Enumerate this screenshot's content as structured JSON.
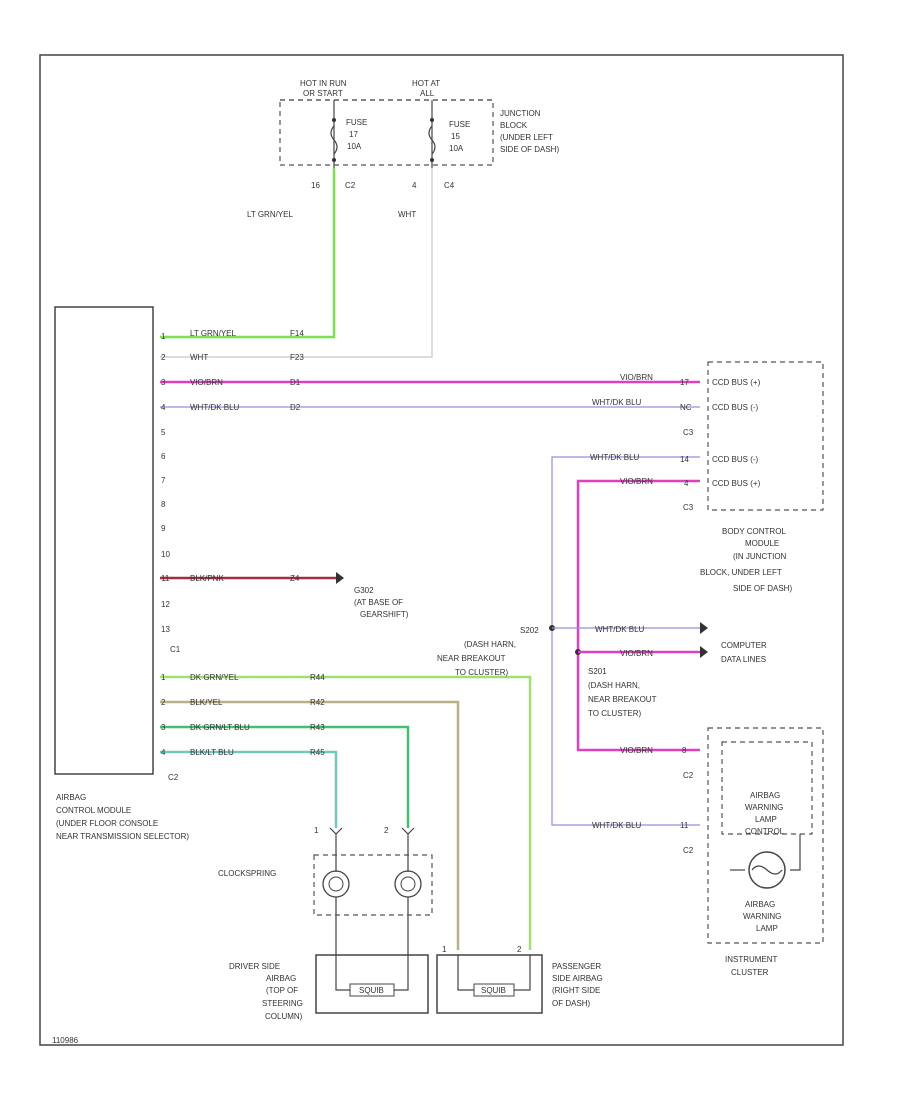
{
  "junction": {
    "hot_run": "HOT IN RUN",
    "hot_run_2": "OR START",
    "hot_at": "HOT AT",
    "hot_at_2": "ALL",
    "fuse_a": [
      "FUSE",
      "17",
      "10A"
    ],
    "fuse_b": [
      "FUSE",
      "15",
      "10A"
    ],
    "label": [
      "JUNCTION",
      "BLOCK",
      "(UNDER LEFT",
      "SIDE OF DASH)"
    ],
    "pins": [
      "16",
      "C2",
      "4",
      "C4"
    ]
  },
  "wires": {
    "lt_grn_yel": "LT GRN/YEL",
    "wht": "WHT"
  },
  "acm": {
    "label": [
      "AIRBAG",
      "CONTROL MODULE",
      "(UNDER FLOOR CONSOLE",
      "NEAR TRANSMISSION SELECTOR)"
    ],
    "c1": "C1",
    "c2": "C2",
    "rows": [
      {
        "pin": "1",
        "wire": "LT GRN/YEL",
        "circ": "F14"
      },
      {
        "pin": "2",
        "wire": "WHT",
        "circ": "F23"
      },
      {
        "pin": "3",
        "wire": "VIO/BRN",
        "circ": "D1"
      },
      {
        "pin": "4",
        "wire": "WHT/DK BLU",
        "circ": "D2"
      },
      {
        "pin": "5",
        "wire": "",
        "circ": ""
      },
      {
        "pin": "6",
        "wire": "",
        "circ": ""
      },
      {
        "pin": "7",
        "wire": "",
        "circ": ""
      },
      {
        "pin": "8",
        "wire": "",
        "circ": ""
      },
      {
        "pin": "9",
        "wire": "",
        "circ": ""
      },
      {
        "pin": "10",
        "wire": "",
        "circ": ""
      },
      {
        "pin": "11",
        "wire": "BLK/PNK",
        "circ": "Z4"
      },
      {
        "pin": "12",
        "wire": "",
        "circ": ""
      },
      {
        "pin": "13",
        "wire": "",
        "circ": ""
      }
    ],
    "c2_rows": [
      {
        "pin": "1",
        "wire": "DK GRN/YEL",
        "circ": "R44"
      },
      {
        "pin": "2",
        "wire": "BLK/YEL",
        "circ": "R42"
      },
      {
        "pin": "3",
        "wire": "DK GRN/LT BLU",
        "circ": "R43"
      },
      {
        "pin": "4",
        "wire": "BLK/LT BLU",
        "circ": "R45"
      }
    ]
  },
  "ground": {
    "id": "G302",
    "label": [
      "(AT BASE OF",
      "GEARSHIFT)"
    ]
  },
  "bcm": {
    "rows": [
      {
        "wire": "VIO/BRN",
        "pin": "17",
        "name": "CCD BUS (+)"
      },
      {
        "wire": "WHT/DK BLU",
        "pin": "NC",
        "name": "CCD BUS (-)"
      },
      {
        "wire": "WHT/DK BLU",
        "pin": "14",
        "name": "CCD BUS (-)"
      },
      {
        "wire": "VIO/BRN",
        "pin": "4",
        "name": "CCD BUS (+)"
      }
    ],
    "c3a": "C3",
    "c3b": "C3",
    "label": [
      "BODY CONTROL",
      "MODULE",
      "(IN JUNCTION",
      "BLOCK, UNDER LEFT",
      "SIDE OF DASH)"
    ]
  },
  "splices": {
    "s202": [
      "S202",
      "(DASH HARN,",
      "NEAR BREAKOUT",
      "TO CLUSTER)"
    ],
    "s201": [
      "S201",
      "(DASH HARN,",
      "NEAR BREAKOUT",
      "TO CLUSTER)"
    ],
    "to_data": [
      "WHT/DK BLU",
      "VIO/BRN"
    ],
    "data_label": [
      "COMPUTER",
      "DATA LINES"
    ]
  },
  "cluster": {
    "rows": [
      {
        "wire": "VIO/BRN",
        "pin": "8",
        "conn": "C2"
      },
      {
        "wire": "WHT/DK BLU",
        "pin": "11",
        "conn": "C2"
      }
    ],
    "control": [
      "AIRBAG",
      "WARNING",
      "LAMP",
      "CONTROL"
    ],
    "lamp": [
      "AIRBAG",
      "WARNING",
      "LAMP"
    ],
    "label": [
      "INSTRUMENT",
      "CLUSTER"
    ]
  },
  "clockspring": {
    "label": "CLOCKSPRING",
    "pins": [
      "1",
      "2"
    ]
  },
  "driver": {
    "label": [
      "DRIVER SIDE",
      "AIRBAG",
      "(TOP OF",
      "STEERING",
      "COLUMN)"
    ],
    "sq": "SQUIB"
  },
  "passenger": {
    "label": [
      "PASSENGER",
      "SIDE AIRBAG",
      "(RIGHT SIDE",
      "OF DASH)"
    ],
    "sq": "SQUIB",
    "pins": [
      "1",
      "2"
    ]
  },
  "footer": "110986",
  "colors": {
    "lt_grn_yel": "#7ee050",
    "wht": "#c8c8c8",
    "vio_brn": "#e040c0",
    "wht_dk_blu": "#9090e0",
    "blk_pnk": "#a03040",
    "dk_grn_yel": "#a0e070",
    "blk_yel": "#bab088",
    "dk_grn_lt_blu": "#40c070",
    "blk_lt_blu": "#70c8c0",
    "cluster_blu": "#8080d0"
  }
}
